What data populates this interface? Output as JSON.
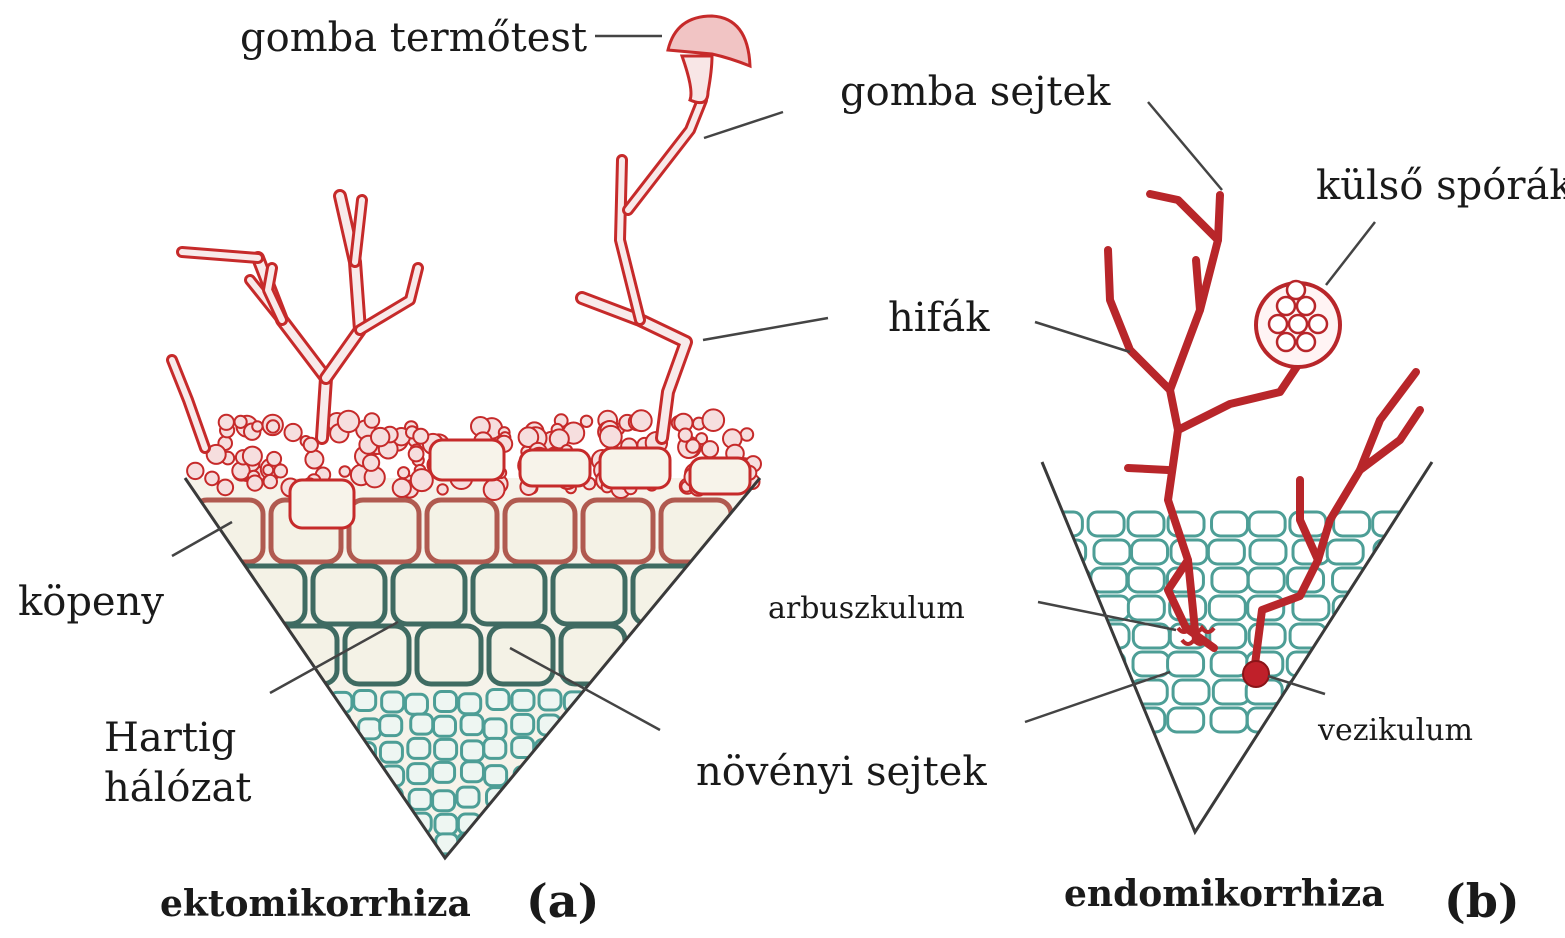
{
  "labels": {
    "gomba_termotest": "gomba termőtest",
    "gomba_sejtek": "gomba sejtek",
    "kulso_sporak": "külső spórák",
    "hifak": "hifák",
    "kopeny": "köpeny",
    "arbuszkulum": "arbuszkulum",
    "hartig_1": "Hartig",
    "hartig_2": "hálózat",
    "novenyi_sejtek": "növényi sejtek",
    "vezikulum": "vezikulum"
  },
  "panels": {
    "a": {
      "title": "ektomikorrhiza",
      "letter": "(a)"
    },
    "b": {
      "title": "endomikorrhiza",
      "letter": "(b)"
    }
  },
  "colors": {
    "hypha": "#c62a2a",
    "hypha_fill": "#f6dede",
    "plant_wall": "#4d9e96",
    "plant_fill": "#eef6f2",
    "cortex_fill": "#f4f2e6",
    "line": "#333333"
  }
}
